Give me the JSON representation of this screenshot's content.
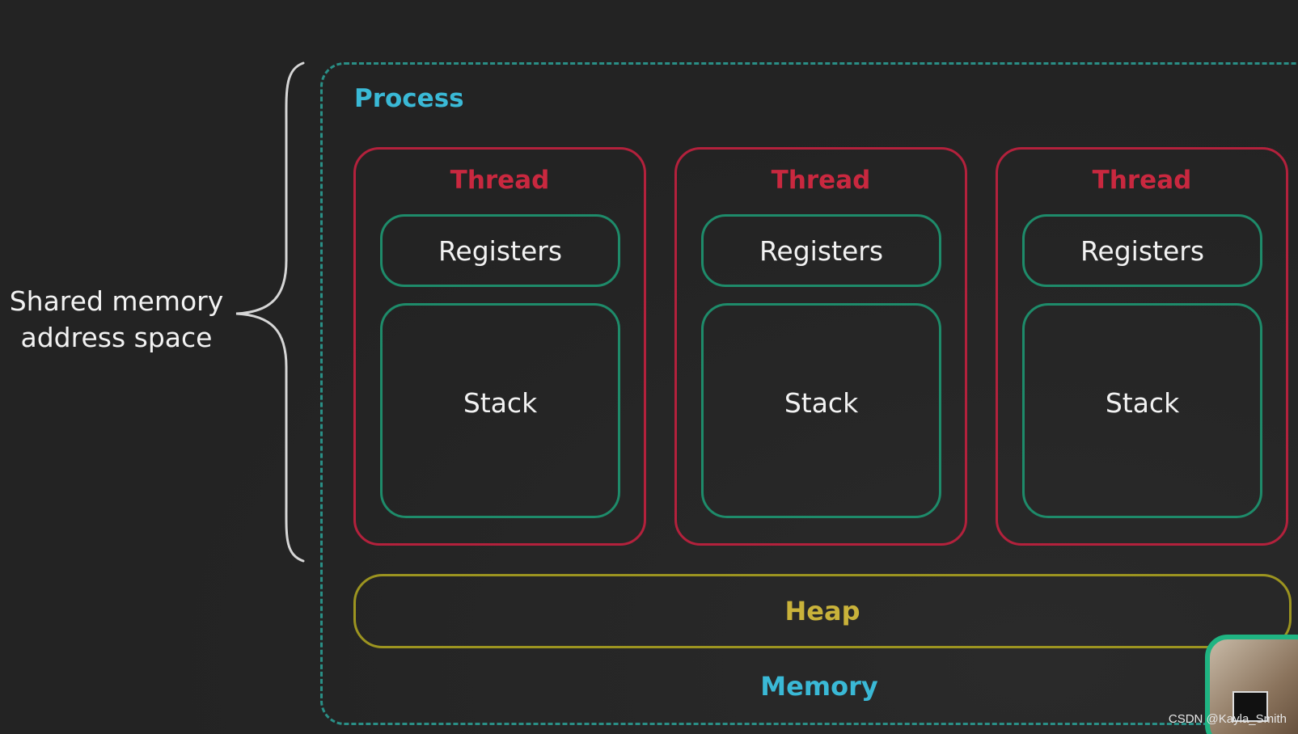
{
  "shared_label": {
    "line1": "Shared memory",
    "line2": "address space"
  },
  "process": {
    "title": "Process",
    "threads": [
      {
        "title": "Thread",
        "registers": "Registers",
        "stack": "Stack"
      },
      {
        "title": "Thread",
        "registers": "Registers",
        "stack": "Stack"
      },
      {
        "title": "Thread",
        "registers": "Registers",
        "stack": "Stack"
      }
    ],
    "heap": "Heap",
    "memory": "Memory"
  },
  "watermark": "CSDN @Kayla_Smith",
  "colors": {
    "background": "#232323",
    "process_border": "#2a8f86",
    "process_title": "#3ab9d6",
    "thread_border": "#b3213c",
    "thread_title": "#c9283f",
    "inner_border": "#1e8b6a",
    "heap_border": "#9c9420",
    "heap_text": "#c9b23a",
    "text": "#f2f2f2"
  }
}
